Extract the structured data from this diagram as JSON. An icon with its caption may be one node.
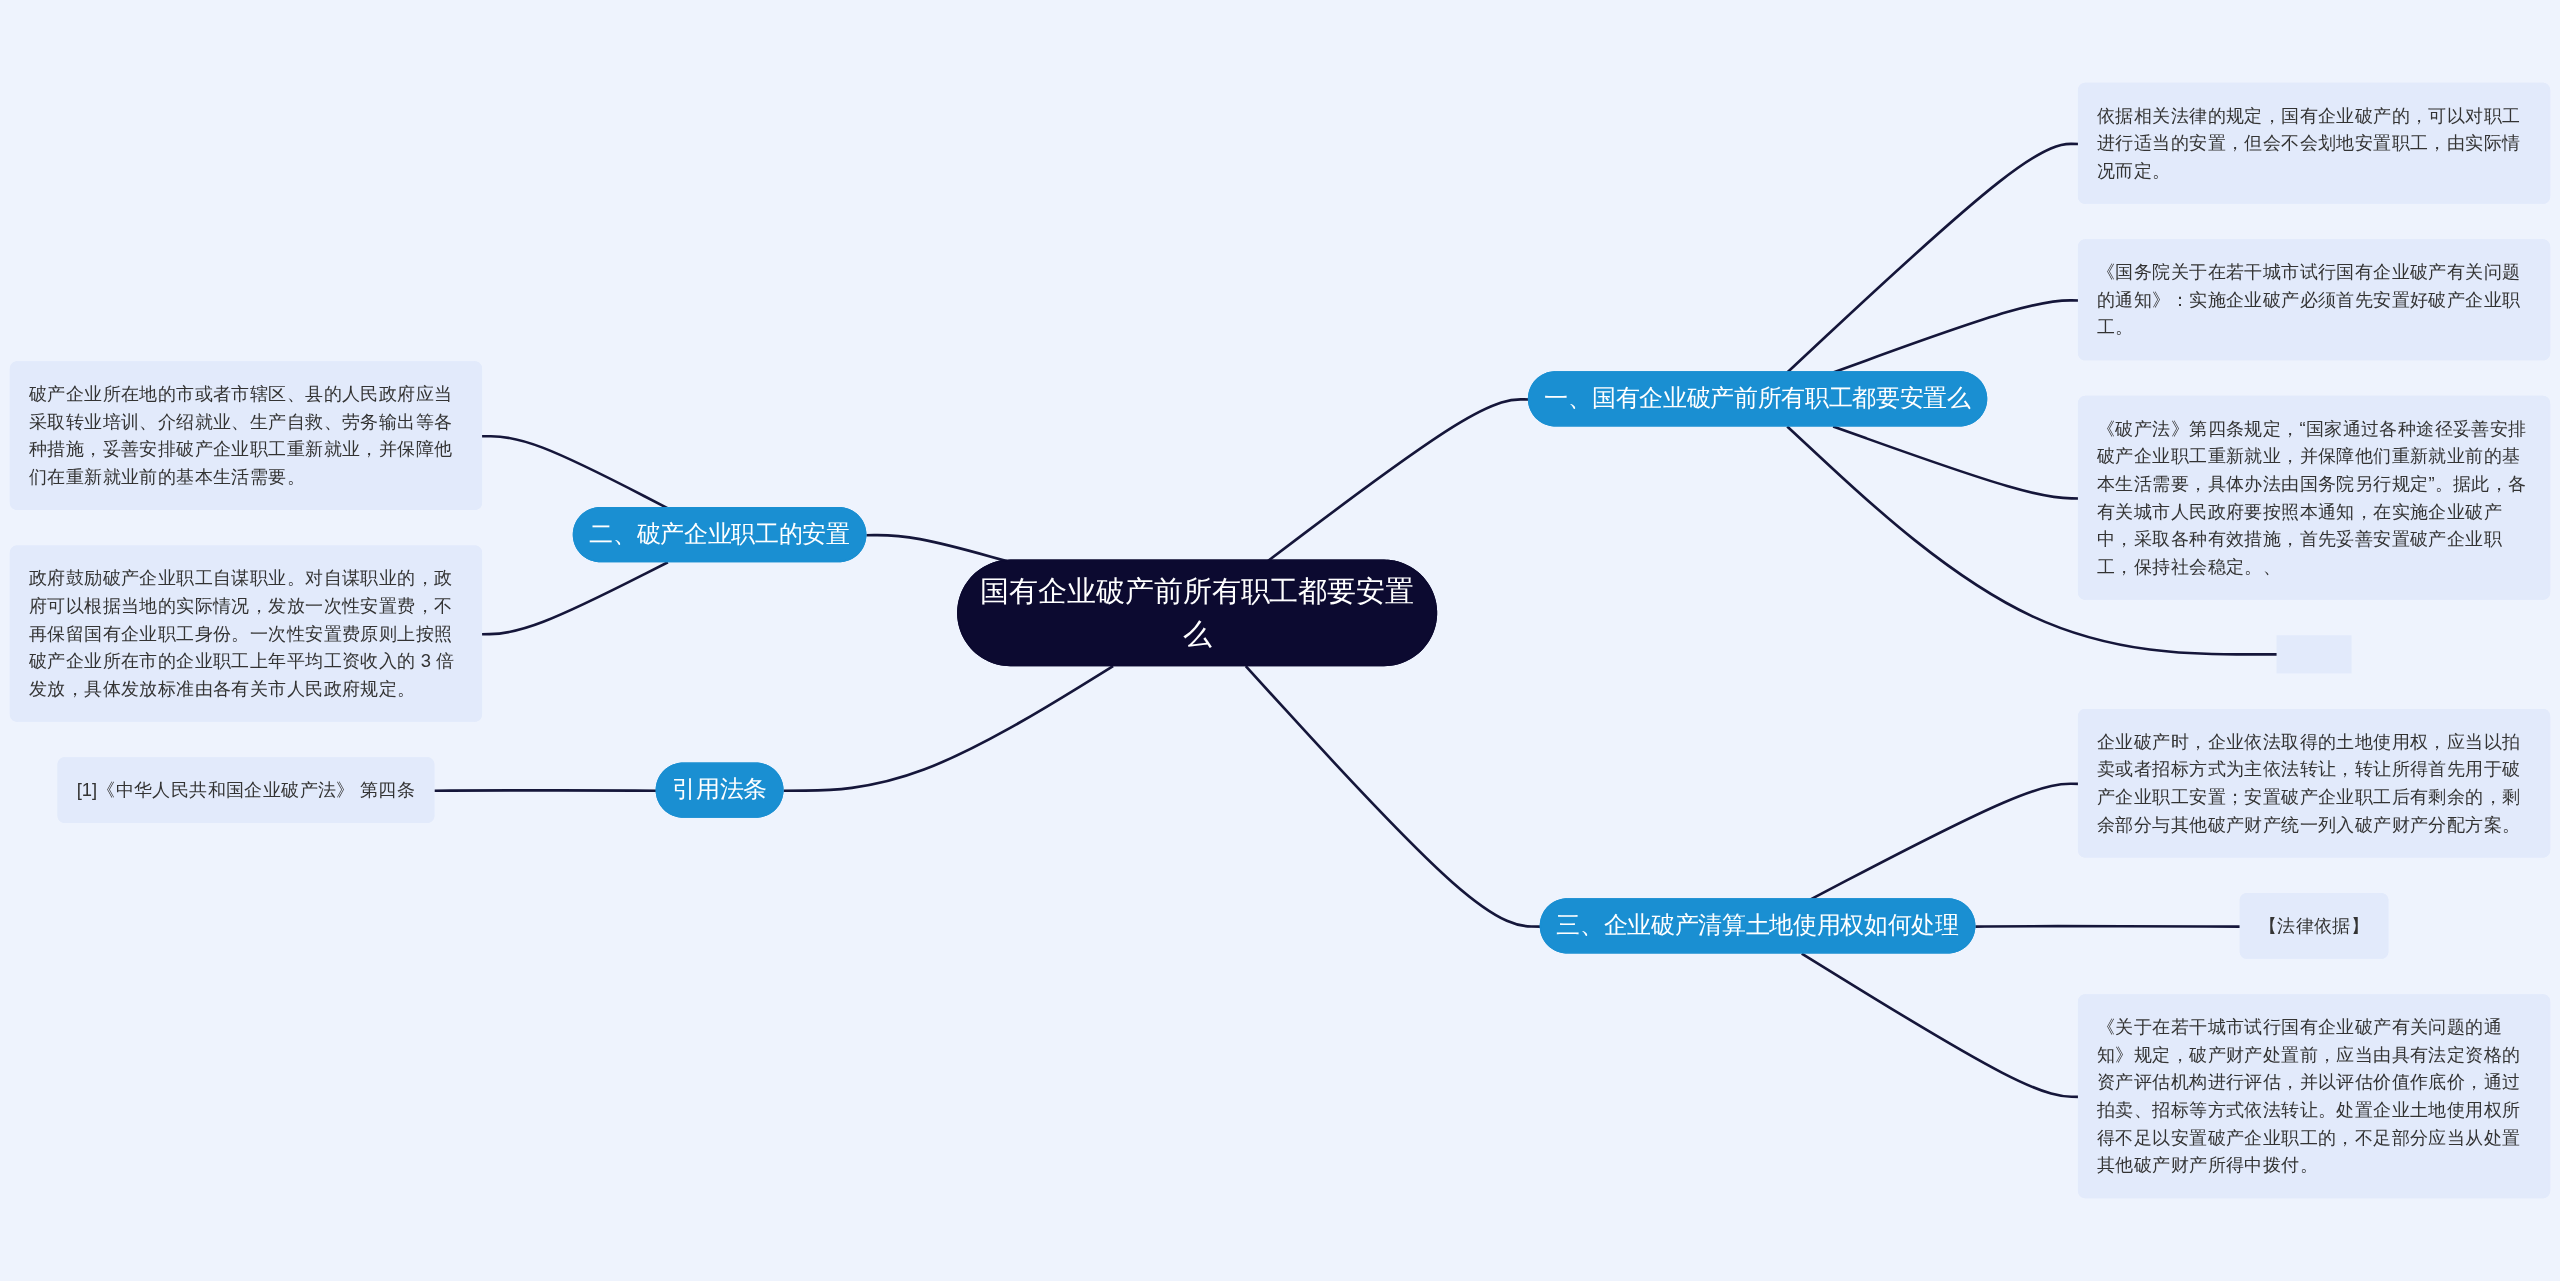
{
  "diagram": {
    "nodes": [
      {
        "text": [
          "国有企业破产前所有职工都要安置么"
        ]
      },
      {
        "text": [
          "一、国有企业破产前所有职工都要安置么"
        ]
      },
      {
        "text": [
          "依据相关法律的规定，国有企业破产的，可以对职工进行适当的安置，但会不会划地安置职工，由实际情况而定。"
        ]
      },
      {
        "text": [
          "《国务院关于在若干城市试行国有企业破产有关问题的通知》：实施企业破产必须首先安置好破产企业职工。"
        ]
      },
      {
        "text": [
          "《破产法》第四条规定，“国家通过各种途径妥善安排破产企业职工重新就业，并保障他们重新就业前的基本生活需要，具体办法由国务院另行规定”。据此，各有关城市人民政府要按照本通知，在实施企业破产中，采取各种有效措施，首先妥善安置破产企业职工，保持社会稳定。、"
        ]
      },
      {
        "text": [],
        "shape": "box"
      },
      {
        "text": [
          "三、企业破产清算土地使用权如何处理"
        ]
      },
      {
        "text": [
          "企业破产时，企业依法取得的土地使用权，应当以拍卖或者招标方式为主依法转让，转让所得首先用于破产企业职工安置；安置破产企业职工后有剩余的，剩余部分与其他破产财产统一列入破产财产分配方案。"
        ]
      },
      {
        "text": [
          "【法律依据】"
        ]
      },
      {
        "text": [
          "《关于在若干城市试行国有企业破产有关问题的通知》规定，破产财产处置前，应当由具有法定资格的资产评估机构进行评估，并以评估价值作底价，通过拍卖、招标等方式依法转让。处置企业土地使用权所得不足以安置破产企业职工的，不足部分应当从处置其他破产财产所得中拨付。"
        ]
      },
      {
        "text": [
          "二、破产企业职工的安置"
        ]
      },
      {
        "text": [
          "破产企业所在地的市或者市辖区、县的人民政府应当采取转业培训、介绍就业、生产自救、劳务输出等各种措施，妥善安排破产企业职工重新就业，并保障他们在重新就业前的基本生活需要。"
        ]
      },
      {
        "text": [
          "政府鼓励破产企业职工自谋职业。对自谋职业的，政府可以根据当地的实际情况，发放一次性安置费，不再保留国有企业职工身份。一次性安置费原则上按照破产企业所在市的企业职工上年平均工资收入的 3 倍发放，具体发放标准由各有关市人民政府规定。"
        ]
      },
      {
        "text": [
          "引用法条"
        ]
      },
      {
        "text": [
          "[1]《中华人民共和国企业破产法》 第四条"
        ]
      }
    ],
    "edges": [
      {
        "from": 0,
        "to": 1,
        "arrow": "none"
      },
      {
        "from": 1,
        "to": 2,
        "arrow": "none"
      },
      {
        "from": 1,
        "to": 3,
        "arrow": "none"
      },
      {
        "from": 1,
        "to": 4,
        "arrow": "none"
      },
      {
        "from": 1,
        "to": 5,
        "arrow": "none"
      },
      {
        "from": 0,
        "to": 6,
        "arrow": "none"
      },
      {
        "from": 6,
        "to": 7,
        "arrow": "none"
      },
      {
        "from": 6,
        "to": 8,
        "arrow": "none"
      },
      {
        "from": 6,
        "to": 9,
        "arrow": "none"
      },
      {
        "from": 0,
        "to": 10,
        "arrow": "none"
      },
      {
        "from": 10,
        "to": 11,
        "arrow": "none"
      },
      {
        "from": 10,
        "to": 12,
        "arrow": "none"
      },
      {
        "from": 0,
        "to": 13,
        "arrow": "none"
      },
      {
        "from": 13,
        "to": 14,
        "arrow": "none"
      }
    ]
  }
}
